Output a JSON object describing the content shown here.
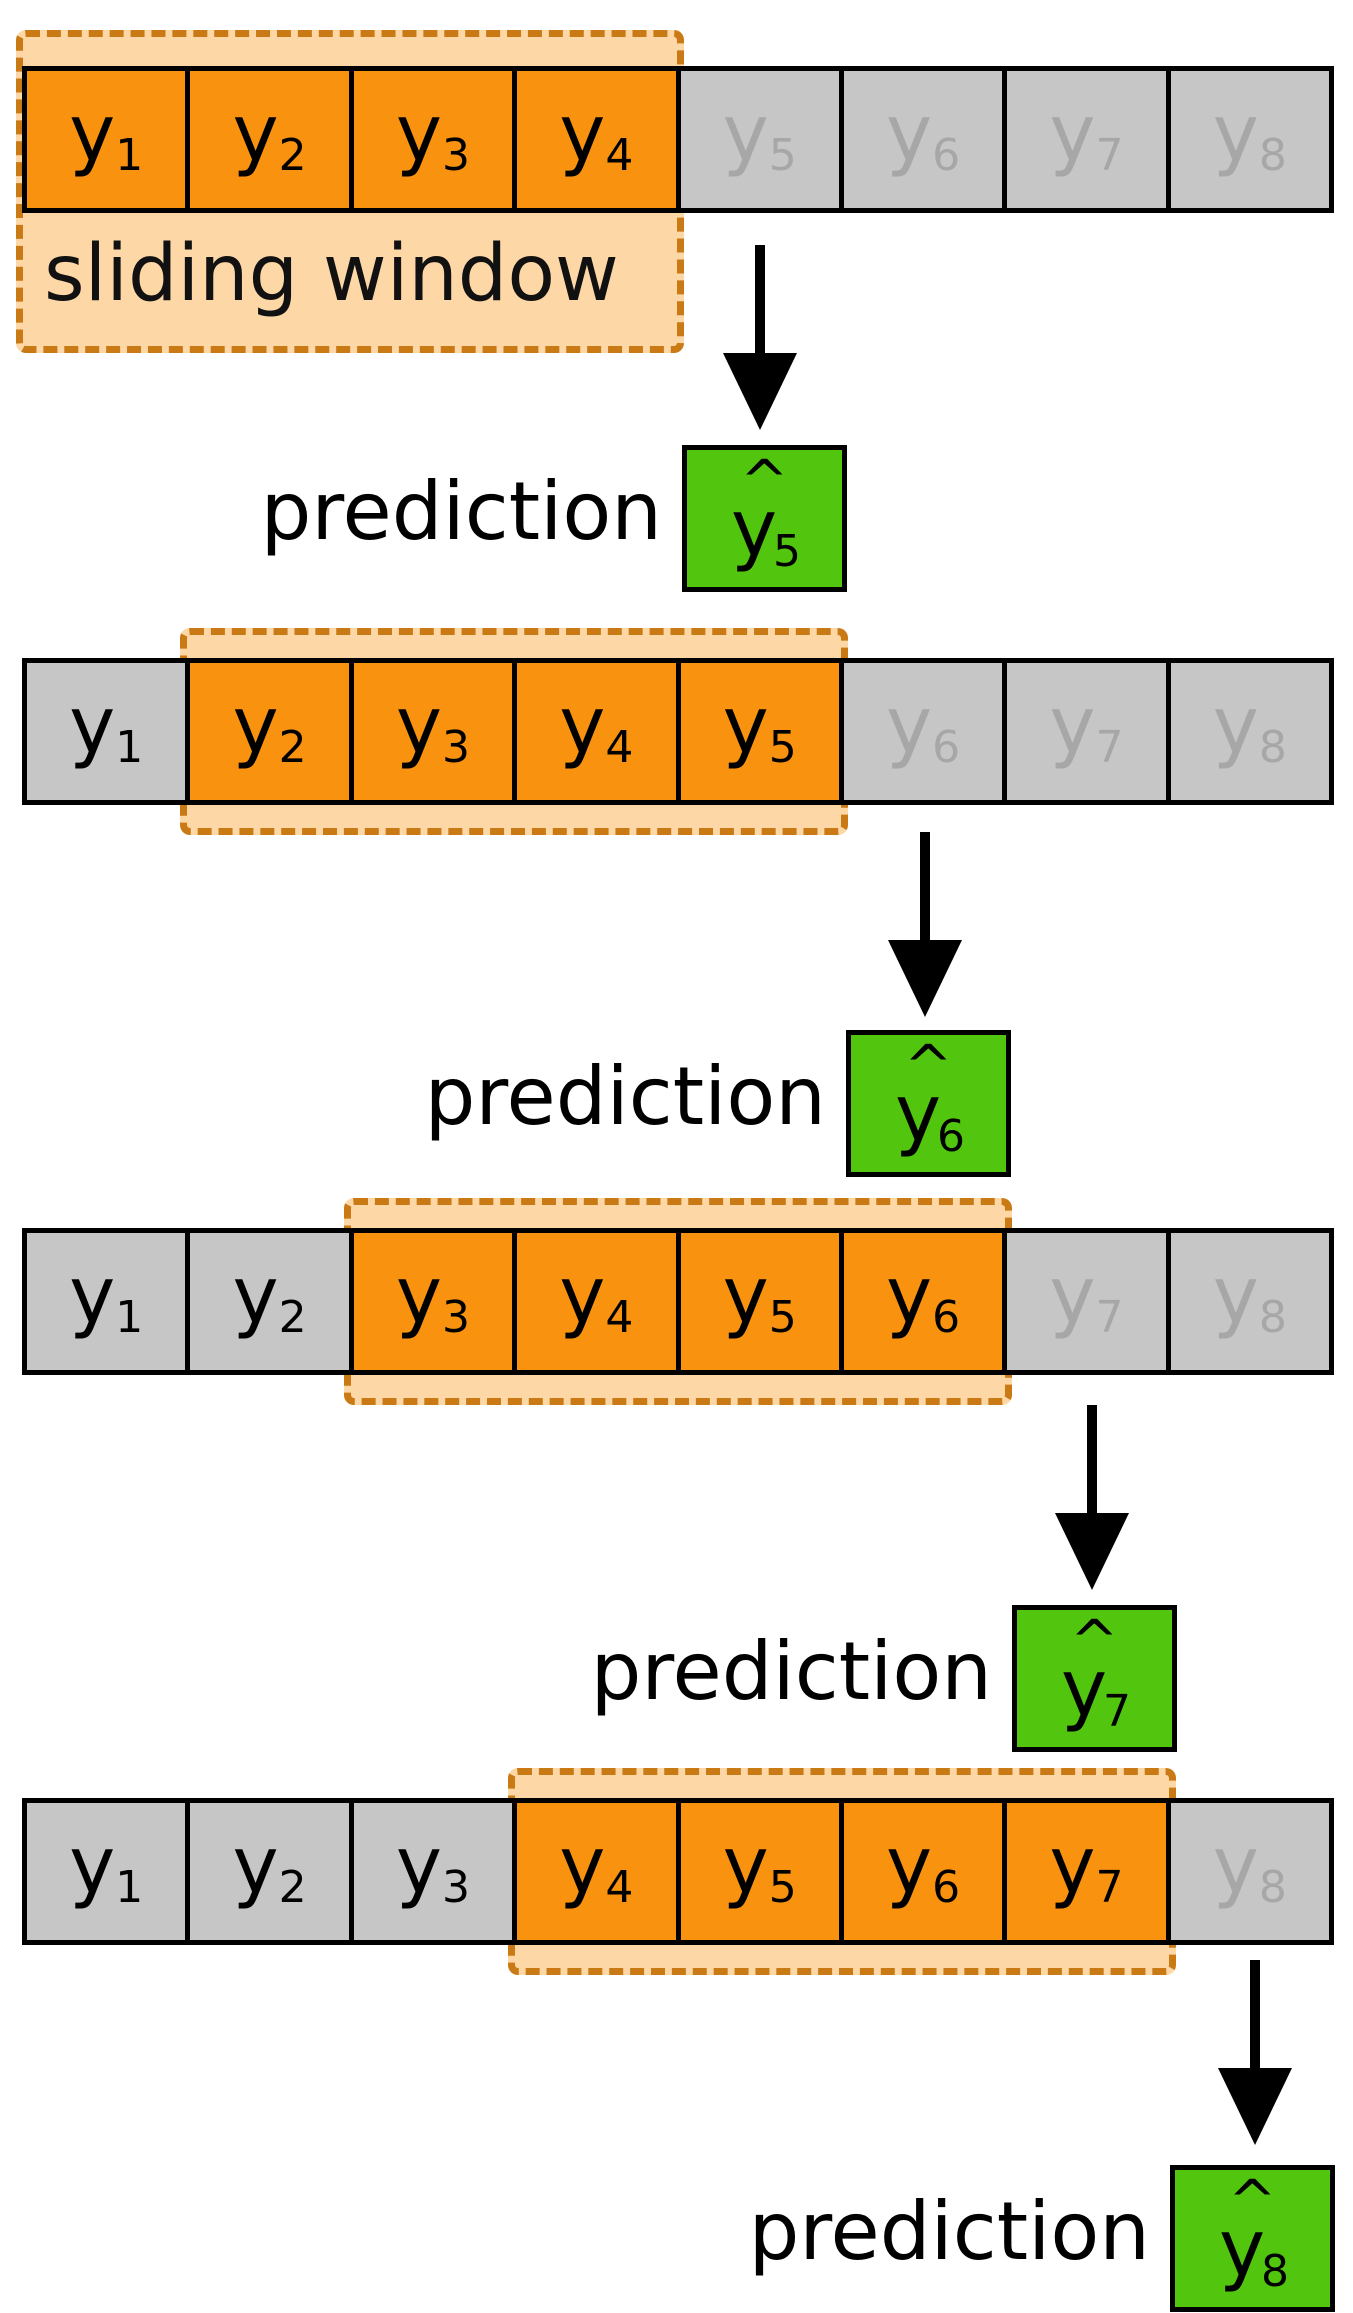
{
  "window_label": "sliding window",
  "prediction_label": "prediction",
  "colors": {
    "window": "#f8920f",
    "window_halo": "#fdd7a6",
    "past": "#c6c6c6",
    "future_text": "#a7a7a7",
    "prediction": "#52c60f"
  },
  "icons": {
    "flow": "arrow-down-icon",
    "estimate": "hat-accent"
  },
  "hat_glyph": "^",
  "cell_symbol": "y",
  "steps": [
    {
      "cells": [
        {
          "sub": "1",
          "state": "window"
        },
        {
          "sub": "2",
          "state": "window"
        },
        {
          "sub": "3",
          "state": "window"
        },
        {
          "sub": "4",
          "state": "window"
        },
        {
          "sub": "5",
          "state": "future"
        },
        {
          "sub": "6",
          "state": "future"
        },
        {
          "sub": "7",
          "state": "future"
        },
        {
          "sub": "8",
          "state": "future"
        }
      ],
      "prediction": {
        "sub": "5"
      }
    },
    {
      "cells": [
        {
          "sub": "1",
          "state": "past"
        },
        {
          "sub": "2",
          "state": "window"
        },
        {
          "sub": "3",
          "state": "window"
        },
        {
          "sub": "4",
          "state": "window"
        },
        {
          "sub": "5",
          "state": "window"
        },
        {
          "sub": "6",
          "state": "future"
        },
        {
          "sub": "7",
          "state": "future"
        },
        {
          "sub": "8",
          "state": "future"
        }
      ],
      "prediction": {
        "sub": "6"
      }
    },
    {
      "cells": [
        {
          "sub": "1",
          "state": "past"
        },
        {
          "sub": "2",
          "state": "past"
        },
        {
          "sub": "3",
          "state": "window"
        },
        {
          "sub": "4",
          "state": "window"
        },
        {
          "sub": "5",
          "state": "window"
        },
        {
          "sub": "6",
          "state": "window"
        },
        {
          "sub": "7",
          "state": "future"
        },
        {
          "sub": "8",
          "state": "future"
        }
      ],
      "prediction": {
        "sub": "7"
      }
    },
    {
      "cells": [
        {
          "sub": "1",
          "state": "past"
        },
        {
          "sub": "2",
          "state": "past"
        },
        {
          "sub": "3",
          "state": "past"
        },
        {
          "sub": "4",
          "state": "window"
        },
        {
          "sub": "5",
          "state": "window"
        },
        {
          "sub": "6",
          "state": "window"
        },
        {
          "sub": "7",
          "state": "window"
        },
        {
          "sub": "8",
          "state": "future"
        }
      ],
      "prediction": {
        "sub": "8"
      }
    }
  ]
}
